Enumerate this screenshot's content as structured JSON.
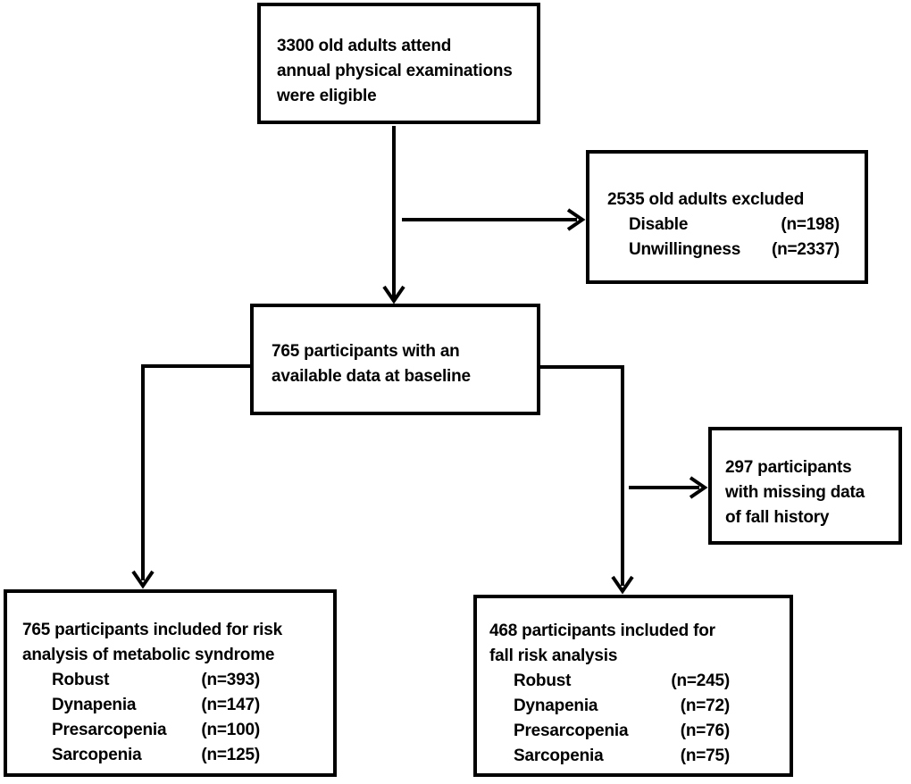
{
  "figure": {
    "type": "participant-flow-diagram",
    "colors": {
      "background": "#ffffff",
      "line": "#000000",
      "text": "#000000"
    }
  },
  "boxes": {
    "eligible": {
      "lines": [
        "3300 old adults attend",
        "annual physical examinations",
        "were eligible"
      ]
    },
    "excluded": {
      "title": "2535 old adults excluded",
      "items": [
        {
          "label": "Disable",
          "value": "(n=198)"
        },
        {
          "label": "Unwillingness",
          "value": "(n=2337)"
        }
      ]
    },
    "baseline": {
      "lines": [
        "765 participants with an",
        "available data at baseline"
      ]
    },
    "missing_fall_data": {
      "lines": [
        "297 participants",
        "with missing data",
        "of fall history"
      ]
    },
    "metabolic_analysis": {
      "title_lines": [
        "765 participants included for risk",
        "analysis of metabolic syndrome"
      ],
      "items": [
        {
          "label": "Robust",
          "value": "(n=393)"
        },
        {
          "label": "Dynapenia",
          "value": "(n=147)"
        },
        {
          "label": "Presarcopenia",
          "value": "(n=100)"
        },
        {
          "label": "Sarcopenia",
          "value": "(n=125)"
        }
      ]
    },
    "fall_analysis": {
      "title_lines": [
        "468 participants included for",
        "fall risk analysis"
      ],
      "items": [
        {
          "label": "Robust",
          "value": "(n=245)"
        },
        {
          "label": "Dynapenia",
          "value": "(n=72)"
        },
        {
          "label": "Presarcopenia",
          "value": "(n=76)"
        },
        {
          "label": "Sarcopenia",
          "value": "(n=75)"
        }
      ]
    }
  }
}
